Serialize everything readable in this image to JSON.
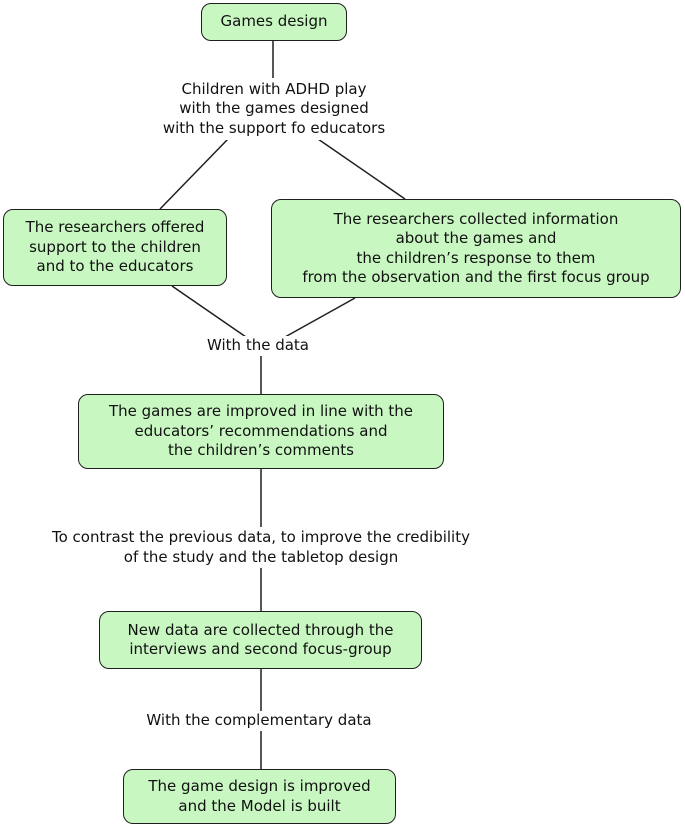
{
  "nodes": {
    "games_design": "Games design",
    "researchers_offered": "The researchers offered\nsupport to the children\nand to the educators",
    "researchers_collected": "The researchers collected information\nabout the games and\nthe children’s response to them\nfrom the observation and the first focus group",
    "games_improved": "The games are improved in line with the\neducators’ recommendations and\nthe children’s comments",
    "new_data": "New data are collected through the\ninterviews and second focus-group",
    "model_built": "The game design is improved\nand the Model is built"
  },
  "labels": {
    "children_play": "Children with ADHD play\nwith the games designed\nwith the support fo educators",
    "with_data": "With the data",
    "to_contrast": "To contrast the previous data, to improve the credibility\nof the study and the tabletop design",
    "complementary": "With the complementary data"
  },
  "colors": {
    "node_fill": "#c9f7c2",
    "node_border": "#1f1f1f",
    "connector": "#1f1f1f"
  }
}
